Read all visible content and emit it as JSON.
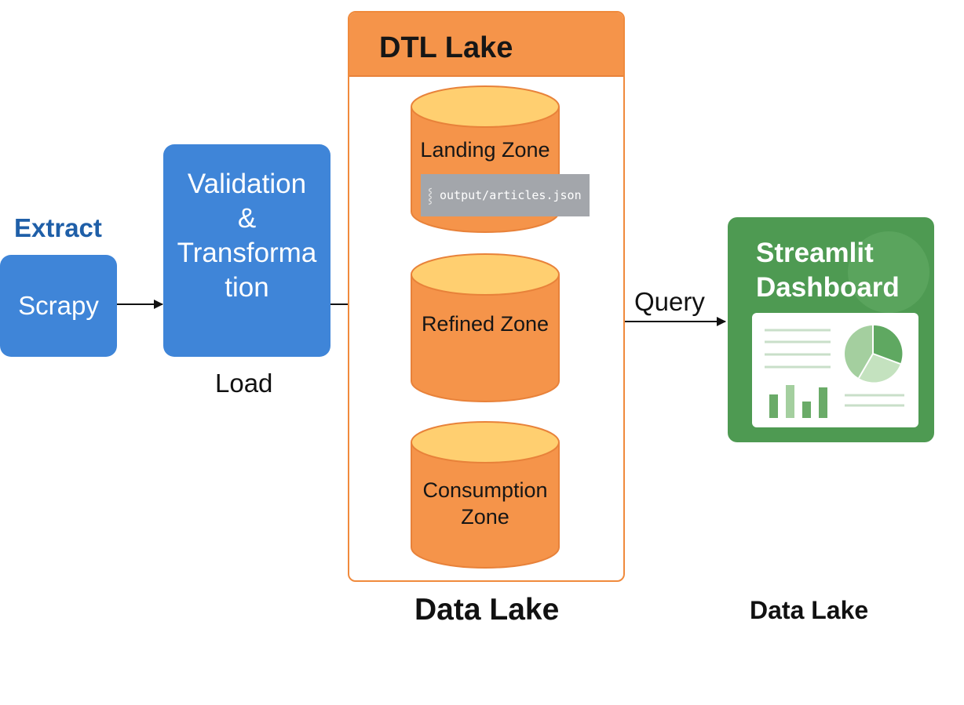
{
  "extract_label": "Extract",
  "scrapy_label": "Scrapy",
  "validation": {
    "line1": "Validation",
    "line2": "&",
    "line3": "Transforma",
    "line4": "tion"
  },
  "load_label": "Load",
  "lake": {
    "title": "DTL Lake",
    "landing_zone": "Landing Zone",
    "json_path": "output/articles.json",
    "refined_zone": "Refined Zone",
    "consumption_zone_line1": "Consumption",
    "consumption_zone_line2": "Zone"
  },
  "query_label": "Query",
  "dashboard": {
    "line1": "Streamlit",
    "line2": "Dashboard"
  },
  "caption_center": "Data Lake",
  "caption_right": "Data Lake",
  "colors": {
    "blue": "#3f85d8",
    "orange": "#f5944a",
    "cylinder_top": "#ffcf70",
    "green": "#4e9a52",
    "chip_gray": "#a3a6ab"
  }
}
